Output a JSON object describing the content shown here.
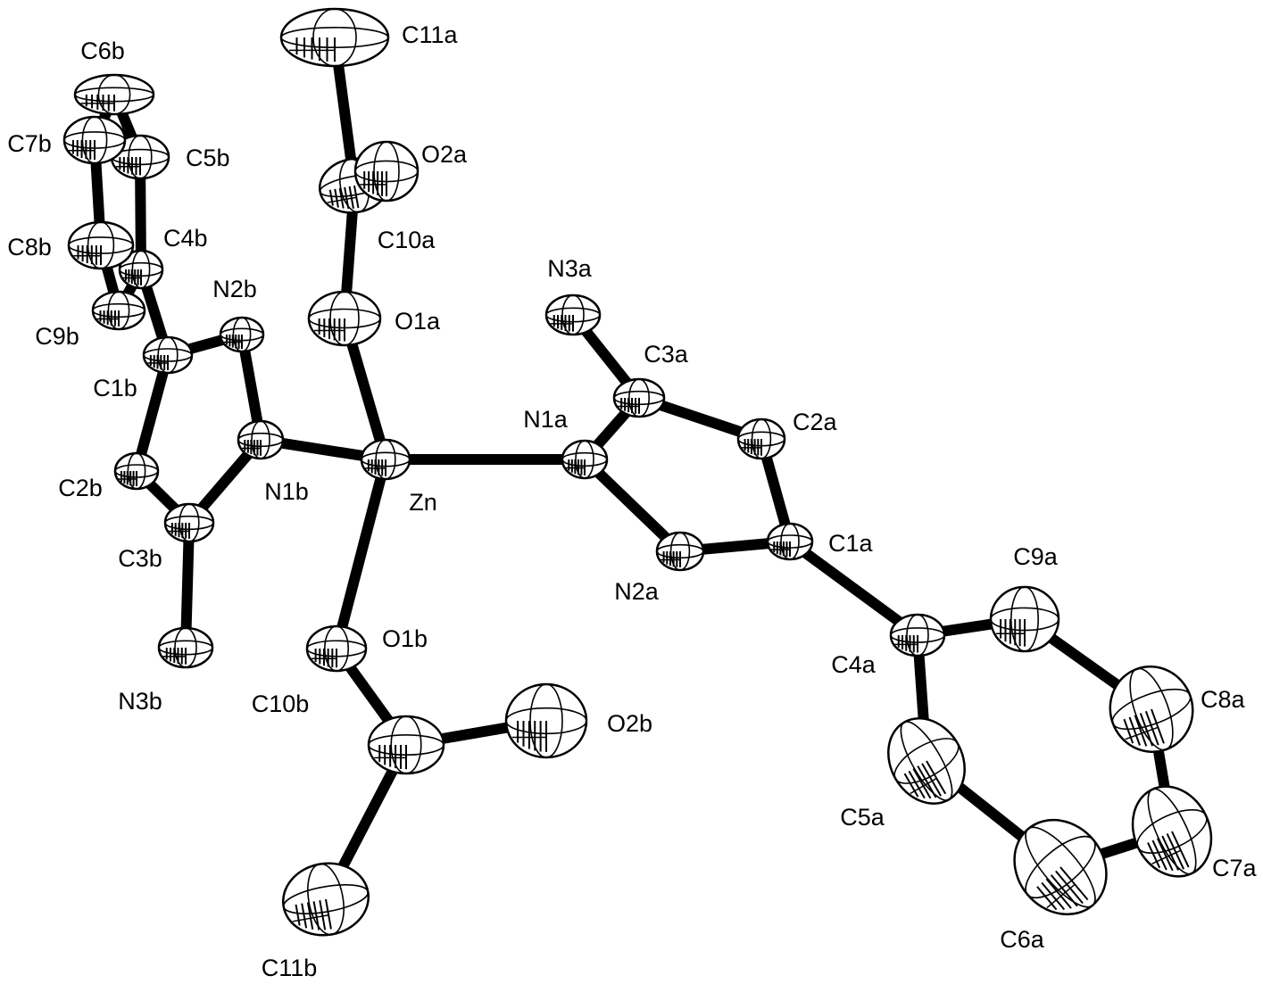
{
  "figure": {
    "atoms": [
      {
        "id": "Zn",
        "label": "Zn"
      },
      {
        "id": "O1a",
        "label": "O1a"
      },
      {
        "id": "C10a",
        "label": "C10a"
      },
      {
        "id": "O2a",
        "label": "O2a"
      },
      {
        "id": "C11a",
        "label": "C11a"
      },
      {
        "id": "O1b",
        "label": "O1b"
      },
      {
        "id": "C10b",
        "label": "C10b"
      },
      {
        "id": "O2b",
        "label": "O2b"
      },
      {
        "id": "C11b",
        "label": "C11b"
      },
      {
        "id": "N1a",
        "label": "N1a"
      },
      {
        "id": "N2a",
        "label": "N2a"
      },
      {
        "id": "N3a",
        "label": "N3a"
      },
      {
        "id": "C1a",
        "label": "C1a"
      },
      {
        "id": "C2a",
        "label": "C2a"
      },
      {
        "id": "C3a",
        "label": "C3a"
      },
      {
        "id": "C4a",
        "label": "C4a"
      },
      {
        "id": "C5a",
        "label": "C5a"
      },
      {
        "id": "C6a",
        "label": "C6a"
      },
      {
        "id": "C7a",
        "label": "C7a"
      },
      {
        "id": "C8a",
        "label": "C8a"
      },
      {
        "id": "C9a",
        "label": "C9a"
      },
      {
        "id": "N1b",
        "label": "N1b"
      },
      {
        "id": "N2b",
        "label": "N2b"
      },
      {
        "id": "N3b",
        "label": "N3b"
      },
      {
        "id": "C1b",
        "label": "C1b"
      },
      {
        "id": "C2b",
        "label": "C2b"
      },
      {
        "id": "C3b",
        "label": "C3b"
      },
      {
        "id": "C4b",
        "label": "C4b"
      },
      {
        "id": "C5b",
        "label": "C5b"
      },
      {
        "id": "C6b",
        "label": "C6b"
      },
      {
        "id": "C7b",
        "label": "C7b"
      },
      {
        "id": "C8b",
        "label": "C8b"
      },
      {
        "id": "C9b",
        "label": "C9b"
      }
    ],
    "bonds": [
      [
        "Zn",
        "O1a"
      ],
      [
        "O1a",
        "C10a"
      ],
      [
        "C10a",
        "O2a"
      ],
      [
        "C10a",
        "C11a"
      ],
      [
        "Zn",
        "O1b"
      ],
      [
        "O1b",
        "C10b"
      ],
      [
        "C10b",
        "O2b"
      ],
      [
        "C10b",
        "C11b"
      ],
      [
        "Zn",
        "N1a"
      ],
      [
        "N1a",
        "C3a"
      ],
      [
        "C3a",
        "N3a"
      ],
      [
        "C3a",
        "C2a"
      ],
      [
        "C2a",
        "C1a"
      ],
      [
        "C1a",
        "N2a"
      ],
      [
        "N2a",
        "N1a"
      ],
      [
        "C1a",
        "C4a"
      ],
      [
        "C4a",
        "C9a"
      ],
      [
        "C9a",
        "C8a"
      ],
      [
        "C8a",
        "C7a"
      ],
      [
        "C7a",
        "C6a"
      ],
      [
        "C6a",
        "C5a"
      ],
      [
        "C5a",
        "C4a"
      ],
      [
        "Zn",
        "N1b"
      ],
      [
        "N1b",
        "N2b"
      ],
      [
        "N2b",
        "C1b"
      ],
      [
        "C1b",
        "C2b"
      ],
      [
        "C2b",
        "C3b"
      ],
      [
        "C3b",
        "N1b"
      ],
      [
        "C3b",
        "N3b"
      ],
      [
        "C1b",
        "C4b"
      ],
      [
        "C4b",
        "C5b"
      ],
      [
        "C5b",
        "C6b"
      ],
      [
        "C6b",
        "C7b"
      ],
      [
        "C7b",
        "C8b"
      ],
      [
        "C8b",
        "C9b"
      ],
      [
        "C9b",
        "C4b"
      ]
    ]
  }
}
